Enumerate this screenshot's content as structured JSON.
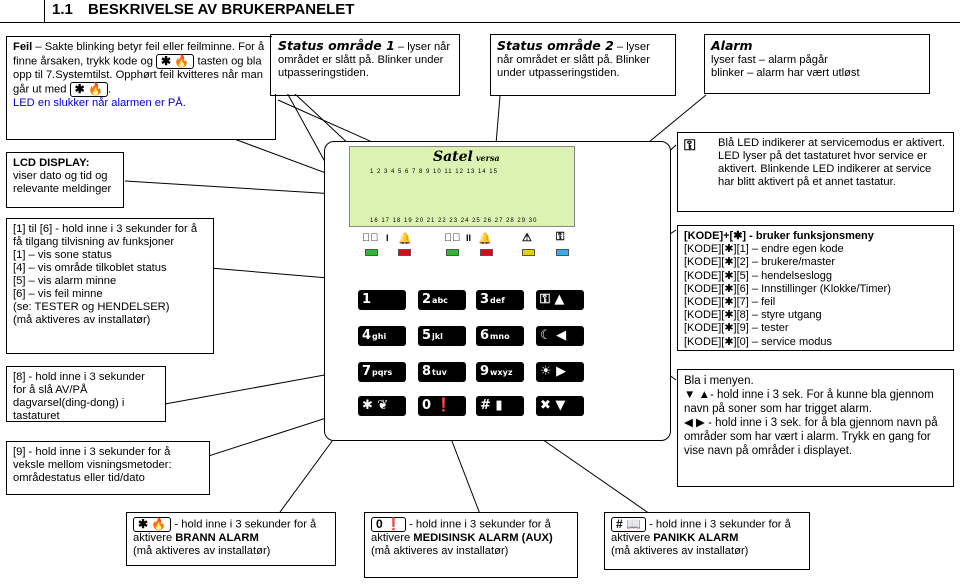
{
  "header": {
    "number": "1.1",
    "title": "BESKRIVELSE AV BRUKERPANELET"
  },
  "feil_box": {
    "title": "Feil",
    "line1": " – Sakte blinking betyr feil eller feilminne. For å finne årsaken, trykk kode og",
    "key": "✱ 🔥",
    "line2": "tasten og bla opp til 7.Systemtilst.",
    "line3": "Opphørt feil kvitteres når man går ut med",
    "line4": "LED en slukker når alarmen er PÅ."
  },
  "lcd_box": {
    "title": "LCD DISPLAY:",
    "text": "viser dato og tid og relevante meldinger"
  },
  "keys_box": {
    "lines": [
      "[1] til [6] - hold inne i  3 sekunder for å få tilgang tilvisning av funksjoner",
      "[1]  – vis sone status",
      "[4]  – vis område tilkoblet status",
      "[5]  – vis alarm minne",
      "[6]  – vis feil minne",
      "(se: TESTER og HENDELSER)",
      "(må aktiveres av installatør)"
    ]
  },
  "key8_box": {
    "text": "[8] - hold inne i 3 sekunder for å slå AV/PÅ dagvarsel(ding-dong) i tastaturet"
  },
  "key9_box": {
    "text": "[9] - hold inne i 3 sekunder for å veksle mellom visningsmetoder: områdestatus eller tid/dato"
  },
  "status1": {
    "title": "Status område 1",
    "text": "– lyser når området er slått på. Blinker under utpasseringstiden."
  },
  "status2": {
    "title": "Status område 2",
    "text": "– lyser når området er slått på. Blinker under utpasseringstiden."
  },
  "alarm": {
    "title": "Alarm",
    "line1": "lyser fast  – alarm pågår",
    "line2": "blinker     – alarm har vært utløst"
  },
  "service": {
    "text": "Blå LED indikerer at servicemodus er aktivert. LED lyser på det tastaturet hvor service er aktivert. Blinkende LED indikerer at service har blitt aktivert på et annet tastatur."
  },
  "kode_box": {
    "title": "[KODE]+[✱] - bruker funksjonsmeny",
    "lines": [
      "[KODE][✱][1]  – endre egen kode",
      "[KODE][✱][2]  – brukere/master",
      "[KODE][✱][5]  – hendelseslogg",
      "[KODE][✱][6]  – Innstillinger (Klokke/Timer)",
      "[KODE][✱][7]  – feil",
      "[KODE][✱][8]  – styre utgang",
      "[KODE][✱][9]  – tester",
      "[KODE][✱][0]  – service modus"
    ]
  },
  "menu_box": {
    "title": "Bla i menyen.",
    "line1": "▼ ▲- hold inne i 3 sek. For å kunne bla gjennom navn på soner som har trigget alarm.",
    "line2": "◀ ▶ - hold inne i 3 sek. for å bla gjennom navn på områder som har vært i alarm. Trykk en gang for vise navn på områder i displayet."
  },
  "fire_box": {
    "key": "✱ 🔥",
    "text1": " - hold inne i 3 sekunder for å aktivere ",
    "bold": "BRANN ALARM",
    "text2": "(må aktiveres av installatør)"
  },
  "medic_box": {
    "key": "0 ❗",
    "text1": "- hold inne i 3 sekunder for å aktivere ",
    "bold": "MEDISINSK ALARM (AUX)",
    "text2": "(må aktiveres av installatør)"
  },
  "panic_box": {
    "key": "# 📖",
    "text1": "- hold inne i 3 sekunder for å aktivere ",
    "bold": "PANIKK ALARM",
    "text2": "(må aktiveres av installatør)"
  },
  "keypad": {
    "logo": "Satel",
    "model": "versa",
    "lcd_top_nums": "1  2  3  4  5  6  7  8  9 10 11 12 13 14 15",
    "lcd_bottom_nums": "16 17 18 19 20 21 22 23 24 25 26 27 28 29 30",
    "status_i": "I",
    "status_ii": "II",
    "keys": [
      {
        "main": "1",
        "sub": ""
      },
      {
        "main": "2",
        "sub": "abc"
      },
      {
        "main": "3",
        "sub": "def"
      },
      {
        "main": "⚿ ▲",
        "sub": ""
      },
      {
        "main": "4",
        "sub": "ghi"
      },
      {
        "main": "5",
        "sub": "jkl"
      },
      {
        "main": "6",
        "sub": "mno"
      },
      {
        "main": "☾ ◀",
        "sub": ""
      },
      {
        "main": "7",
        "sub": "pqrs"
      },
      {
        "main": "8",
        "sub": "tuv"
      },
      {
        "main": "9",
        "sub": "wxyz"
      },
      {
        "main": "☀ ▶",
        "sub": ""
      },
      {
        "main": "✱ ❦",
        "sub": ""
      },
      {
        "main": "0 ❗",
        "sub": ""
      },
      {
        "main": "# ▮",
        "sub": ""
      },
      {
        "main": "✖ ▼",
        "sub": ""
      }
    ],
    "led_colors": [
      "#2db82d",
      "#d01010",
      "#2db82d",
      "#d01010",
      "#e8d000",
      "#30b0f0"
    ]
  }
}
